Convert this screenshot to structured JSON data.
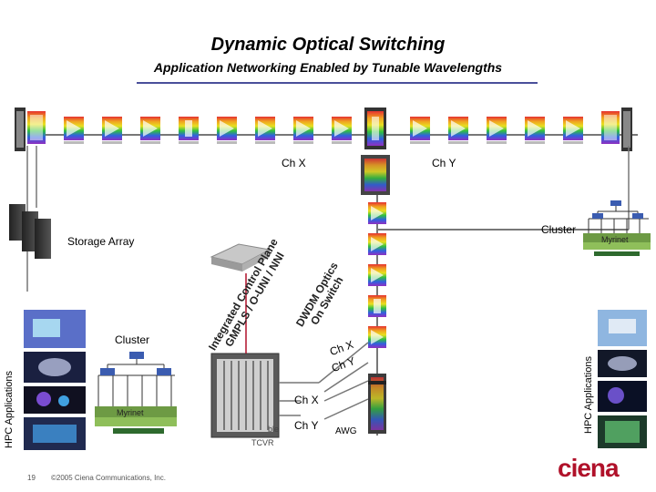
{
  "header": {
    "title": "Dynamic Optical Switching",
    "subtitle": "Application Networking Enabled by Tunable Wavelengths"
  },
  "labels": {
    "ch_x_top": "Ch X",
    "ch_y_top": "Ch Y",
    "storage_array": "Storage Array",
    "cluster_right": "Cluster",
    "myrinet_right": "Myrinet",
    "cluster_left": "Cluster",
    "myrinet_left": "Myrinet",
    "control_plane": "Integrated Control Plane",
    "control_plane_sub": "GMPLS / O-UNI / NNI",
    "dwdm_optics": "DWDM Optics",
    "on_switch": "On Switch",
    "ch_x_mid": "Ch X",
    "ch_y_mid": "Ch Y",
    "ch_x_low": "Ch X",
    "ch_y_low": "Ch Y",
    "awg": "AWG",
    "tuneable": "ble",
    "tcvr": "TCVR",
    "hpc_left": "HPC Applications",
    "hpc_right": "HPC Applications"
  },
  "footer": {
    "page_number": "19",
    "copyright": "©2005 Ciena Communications, Inc.",
    "logo": "ciena"
  },
  "colors": {
    "accent": "#4a4f9a",
    "brand": "#b0112a"
  }
}
